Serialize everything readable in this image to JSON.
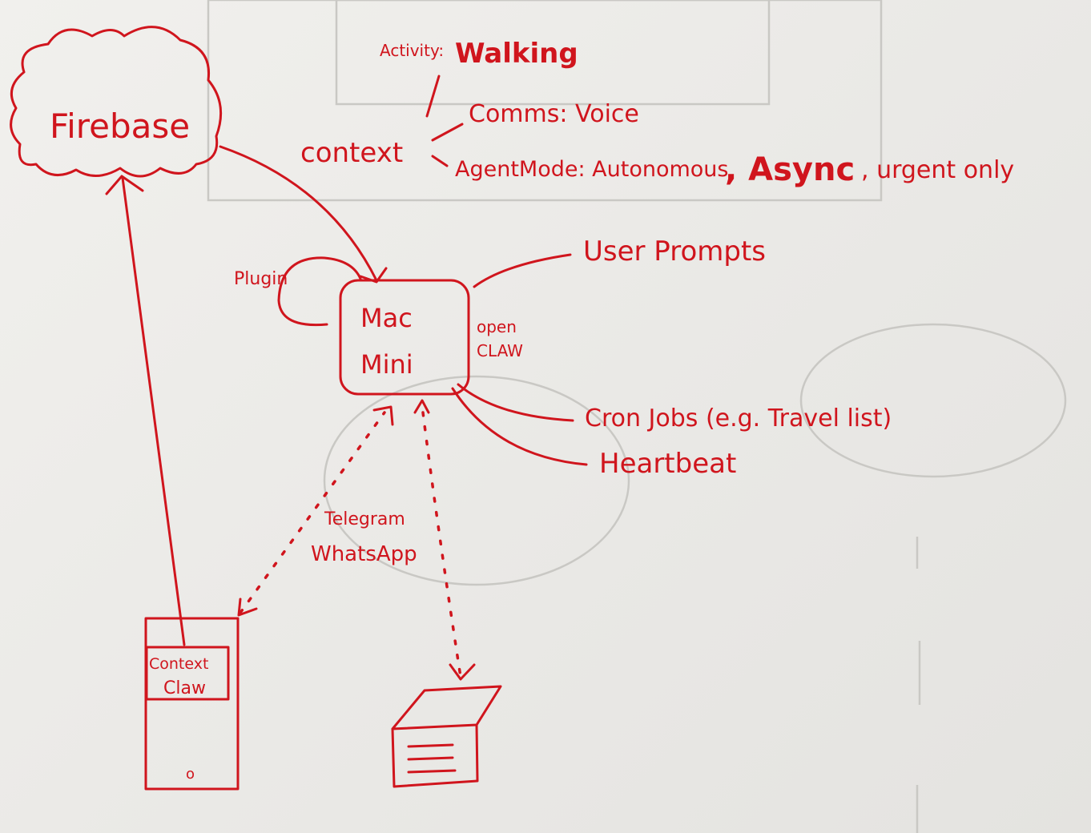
{
  "colors": {
    "ink": "#d0151d",
    "paper": "#ecebe8"
  },
  "nodes": {
    "firebase": "Firebase",
    "context": "context",
    "mac_mini_line1": "Mac",
    "mac_mini_line2": "Mini",
    "phone_app_line1": "Context",
    "phone_app_line2": "Claw",
    "phone_button": "o"
  },
  "context_items": {
    "activity_label": "Activity:",
    "activity_value": "Walking",
    "comms": "Comms: Voice",
    "agent_mode": "AgentMode: Autonomous",
    "async": ", Async",
    "urgent": ", urgent only"
  },
  "edge_labels": {
    "plugin": "Plugin",
    "openclaw_line1": "open",
    "openclaw_line2": "CLAW",
    "user_prompts": "User  Prompts",
    "cron_jobs": "Cron Jobs  (e.g. Travel list)",
    "heartbeat": "Heartbeat",
    "telegram": "Telegram",
    "whatsapp": "WhatsApp"
  }
}
